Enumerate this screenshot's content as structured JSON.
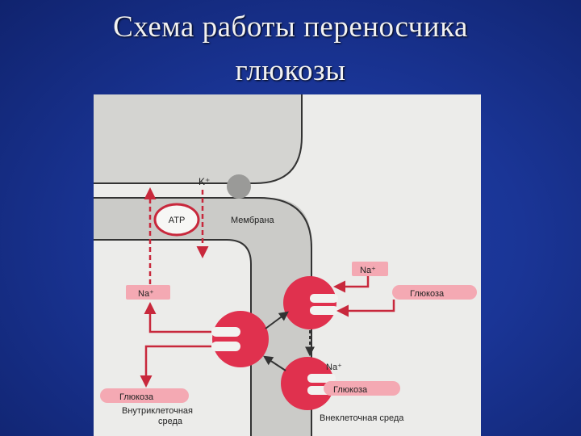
{
  "slide": {
    "title_line1": "Схема работы переносчика",
    "title_line2": "глюкозы"
  },
  "diagram": {
    "labels": {
      "k_ion": "K⁺",
      "atp": "ATP",
      "membrane": "Мембрана",
      "na_left": "Na⁺",
      "na_top_right": "Na⁺",
      "glucose_right": "Глюкоза",
      "na_bottom": "Na⁺",
      "glucose_bottom": "Глюкоза",
      "glucose_left": "Глюкоза",
      "intracellular_line1": "Внутриклеточная",
      "intracellular_line2": "среда",
      "extracellular": "Внеклеточная среда"
    },
    "colors": {
      "transporter": "#e0314e",
      "arrow": "#c8283c",
      "label_pill": "#f4a9b3",
      "membrane_band": "#cbcbc8",
      "background": "#1a3596"
    }
  }
}
